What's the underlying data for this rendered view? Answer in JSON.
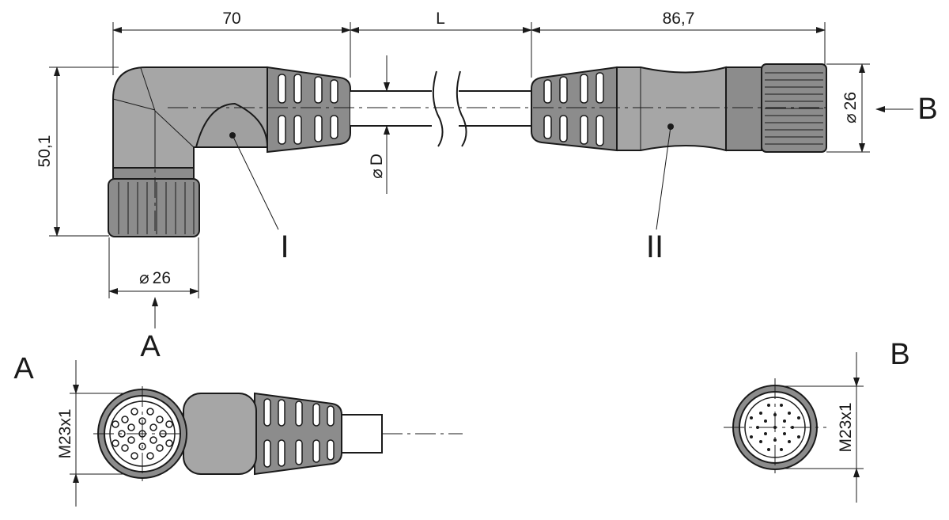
{
  "dimensions": {
    "length_left": "70",
    "length_cable": "L",
    "length_right": "86,7",
    "height_left": "50,1",
    "diameter_left": "26",
    "diameter_right": "26",
    "diameter_cable": "D",
    "diameter_symbol": "⌀",
    "thread_a": "M23x1",
    "thread_b": "M23x1"
  },
  "labels": {
    "part_1": "I",
    "part_2": "II",
    "view_arrow_a": "A",
    "view_arrow_b": "B",
    "view_title_a": "A",
    "view_title_b": "B"
  },
  "colors": {
    "overmold": "#8c8c8c",
    "coupling_nut": "#8c8c8c",
    "body_light": "#a6a6a6",
    "lines": "#1a1a1a"
  }
}
